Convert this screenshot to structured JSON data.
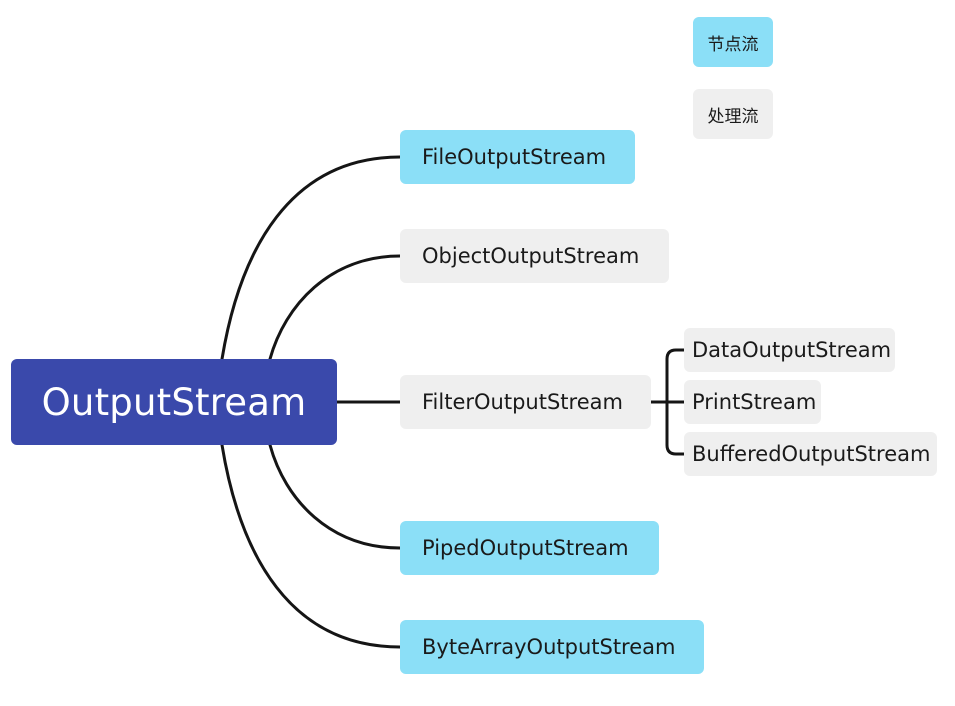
{
  "colors": {
    "root": "#3a49ab",
    "node_stream": "#8bdff7",
    "processing_stream": "#efefef",
    "connector": "#151515"
  },
  "legend": {
    "node_stream": "节点流",
    "processing_stream": "处理流"
  },
  "root": {
    "label": "OutputStream"
  },
  "children": [
    {
      "label": "FileOutputStream",
      "kind": "node_stream"
    },
    {
      "label": "ObjectOutputStream",
      "kind": "processing_stream"
    },
    {
      "label": "FilterOutputStream",
      "kind": "processing_stream"
    },
    {
      "label": "PipedOutputStream",
      "kind": "node_stream"
    },
    {
      "label": "ByteArrayOutputStream",
      "kind": "node_stream"
    }
  ],
  "filter_children": [
    {
      "label": "DataOutputStream",
      "kind": "processing_stream"
    },
    {
      "label": "PrintStream",
      "kind": "processing_stream"
    },
    {
      "label": "BufferedOutputStream",
      "kind": "processing_stream"
    }
  ]
}
